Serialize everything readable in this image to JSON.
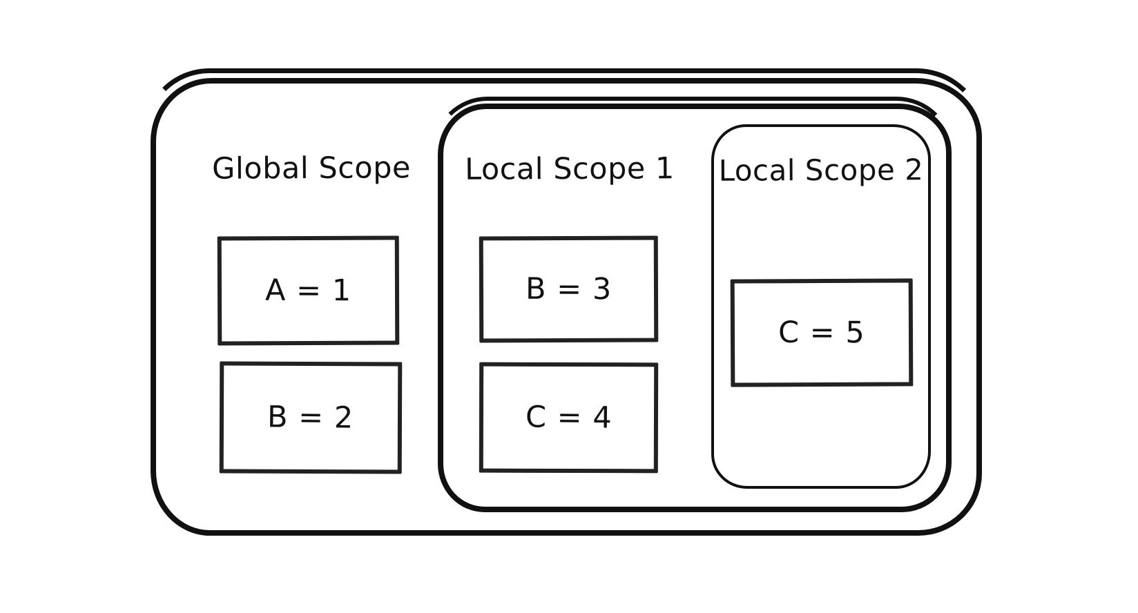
{
  "canvas": {
    "background_color": "#ffffff",
    "ink_color": "#111111",
    "variable_box_border_color": "#222222"
  },
  "diagram": {
    "type": "nested-scope-diagram",
    "scopes": [
      {
        "id": "global-scope",
        "label": "Global Scope",
        "variables": [
          "A = 1",
          "B = 2"
        ]
      },
      {
        "id": "local-scope-1",
        "label": "Local Scope 1",
        "parent": "global-scope",
        "variables": [
          "B = 3",
          "C = 4"
        ]
      },
      {
        "id": "local-scope-2",
        "label": "Local Scope 2",
        "parent": "local-scope-1",
        "variables": [
          "C = 5"
        ]
      }
    ]
  }
}
